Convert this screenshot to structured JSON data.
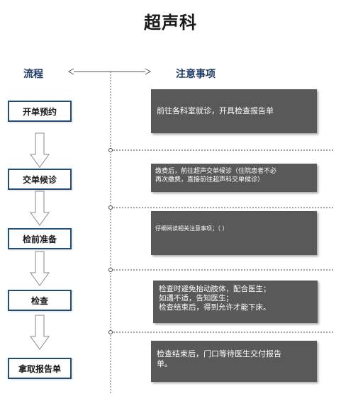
{
  "title": "超声科",
  "headers": {
    "flow": "流程",
    "notes": "注意事项"
  },
  "steps": [
    "开单预约",
    "交单候诊",
    "检前准备",
    "检查",
    "拿取报告单"
  ],
  "notes": [
    [
      "前往各科室就诊，开具检查报告单"
    ],
    [
      "缴费后，前往超声交单候诊（住院患者不必",
      "再次缴费，直接前往超声科交单候诊）"
    ],
    [
      "仔细阅读相关注意事项；（ ）"
    ],
    [
      "检查时避免抬动肢体，配合医生；",
      "如遇不适，告知医生；",
      "检查结束后，得到允许才能下床。"
    ],
    [
      "检查结束后，门口等待医生交付报告",
      "单。"
    ]
  ],
  "colors": {
    "accent": "#1f4e79",
    "note_bg": "#595959",
    "header": "#1f3b63"
  }
}
